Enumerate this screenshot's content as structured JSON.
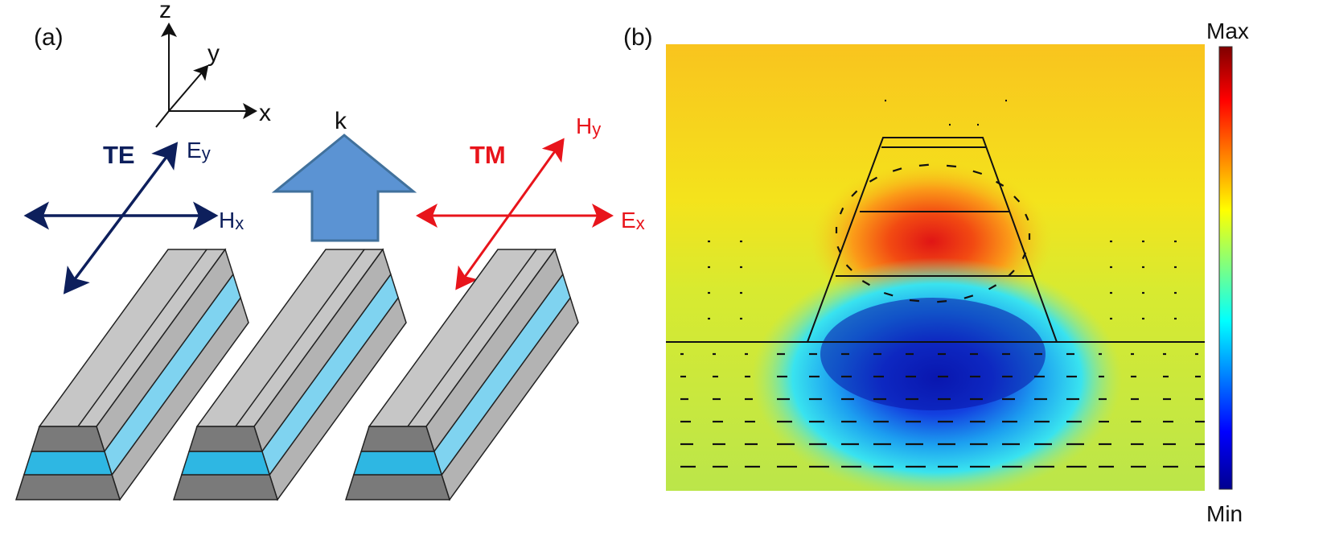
{
  "panel_a": {
    "label": "(a)",
    "axes": {
      "z": "z",
      "y": "y",
      "x": "x"
    },
    "wave_vector": "k",
    "te": {
      "label": "TE",
      "e_main": "E",
      "e_sub": "y",
      "h_main": "H",
      "h_sub": "x",
      "color": "#0d1f5c"
    },
    "tm": {
      "label": "TM",
      "h_main": "H",
      "h_sub": "y",
      "e_main": "E",
      "e_sub": "x",
      "color": "#e8141b"
    },
    "arrow_fill": "#5b93d3",
    "colors": {
      "ridge_top": "#c6c6c6",
      "ridge_side": "#b3b3b3",
      "cladding": "#7a7a7a",
      "core": "#2eb7e3",
      "core_side": "#7fd3f0"
    }
  },
  "panel_b": {
    "label": "(b)",
    "colorbar_max": "Max",
    "colorbar_min": "Min",
    "colormap": "jet"
  }
}
